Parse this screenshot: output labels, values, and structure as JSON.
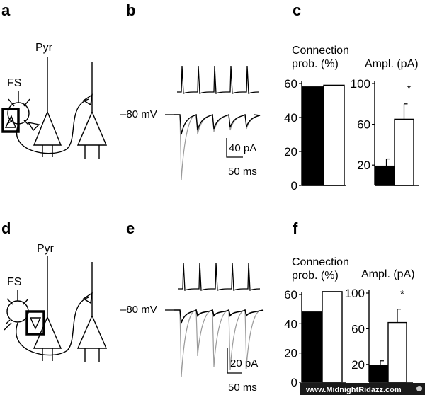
{
  "panels": {
    "a": "a",
    "b": "b",
    "c": "c",
    "d": "d",
    "e": "e",
    "f": "f"
  },
  "schematic": {
    "pyr_label": "Pyr",
    "fs_label": "FS"
  },
  "traces": {
    "voltage_label": "–80 mV",
    "top_scale_y": "40 pA",
    "top_scale_x": "50 ms",
    "bottom_scale_y": "20 pA",
    "bottom_scale_x": "50 ms"
  },
  "watermark": "www.MidnightRidazz.com",
  "colors": {
    "filled": "#000000",
    "open": "#ffffff"
  },
  "chart_data": [
    {
      "panel": "c",
      "type": "bar",
      "title": "Connection prob. (%)",
      "ylim": [
        0,
        60
      ],
      "yticks": [
        0,
        20,
        40,
        60
      ],
      "series": [
        {
          "fill": "filled",
          "values": [
            58
          ]
        },
        {
          "fill": "open",
          "values": [
            59
          ]
        }
      ]
    },
    {
      "panel": "c",
      "type": "bar",
      "title": "Ampl. (pA)",
      "ylim": [
        0,
        100
      ],
      "yticks": [
        20,
        60,
        100
      ],
      "significance": "*",
      "series": [
        {
          "fill": "filled",
          "values": [
            19
          ],
          "error": [
            7
          ]
        },
        {
          "fill": "open",
          "values": [
            65
          ],
          "error": [
            15
          ]
        }
      ]
    },
    {
      "panel": "f",
      "type": "bar",
      "title": "Connection prob. (%)",
      "ylim": [
        0,
        60
      ],
      "yticks": [
        0,
        20,
        40,
        60
      ],
      "series": [
        {
          "fill": "filled",
          "values": [
            48
          ]
        },
        {
          "fill": "open",
          "values": [
            62
          ]
        }
      ]
    },
    {
      "panel": "f",
      "type": "bar",
      "title": "Ampl. (pA)",
      "ylim": [
        0,
        100
      ],
      "yticks": [
        20,
        60,
        100
      ],
      "significance": "*",
      "series": [
        {
          "fill": "filled",
          "values": [
            19
          ],
          "error": [
            5
          ]
        },
        {
          "fill": "open",
          "values": [
            67
          ],
          "error": [
            15
          ]
        }
      ]
    }
  ]
}
